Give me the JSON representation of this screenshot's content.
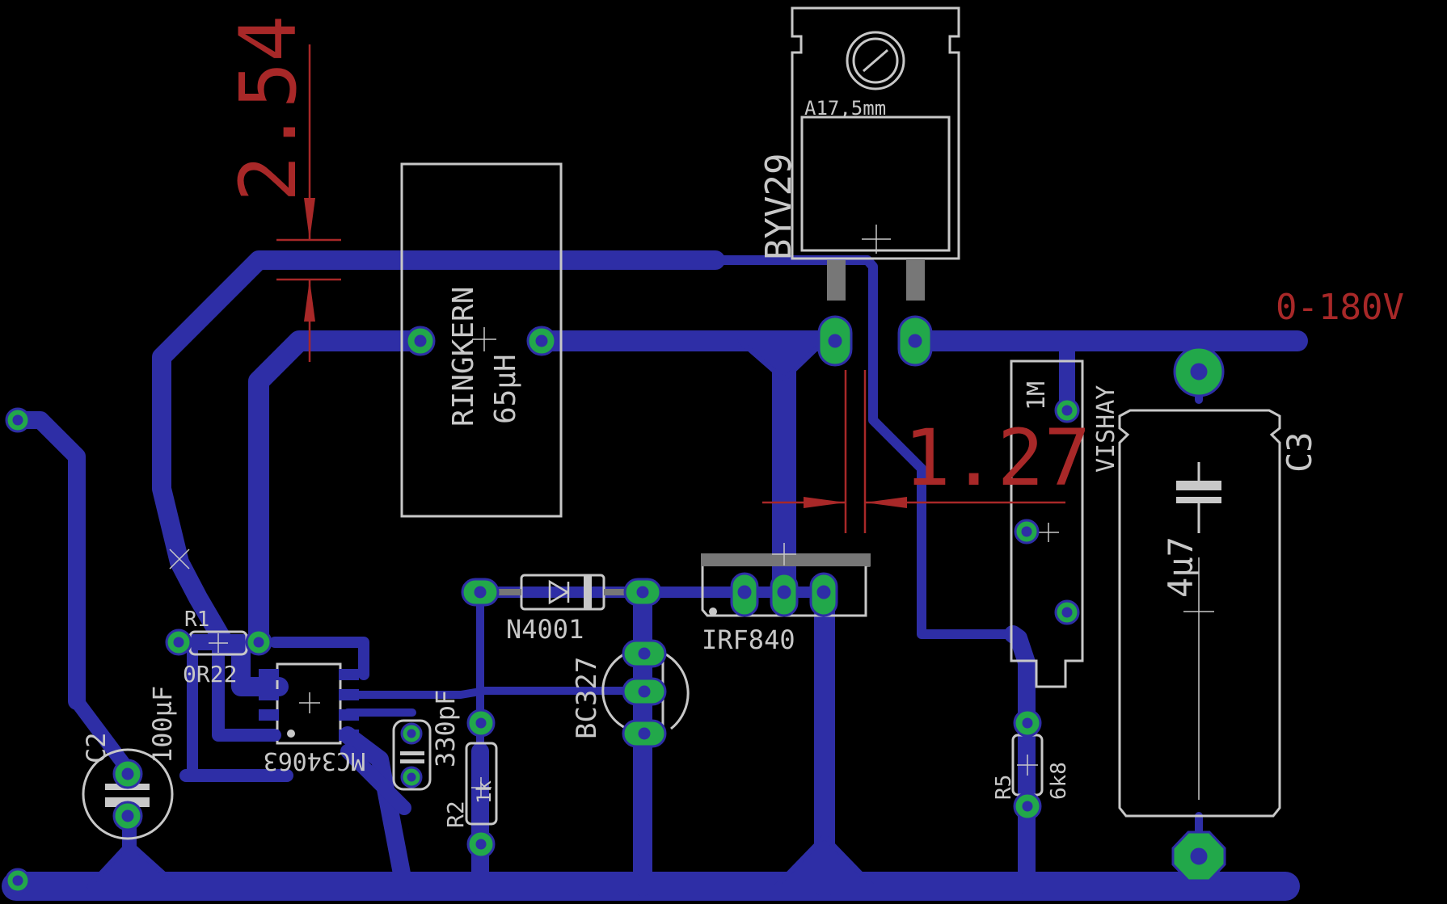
{
  "board": {
    "background": "#000000",
    "trace_color": "#2e2ea6",
    "pad_color": "#22a84a",
    "silk_color": "#c8c8c8",
    "dimension_color": "#a82828"
  },
  "components": {
    "heatsink": {
      "label": "A17,5mm"
    },
    "byv29": {
      "name": "BYV29"
    },
    "toroid": {
      "name": "RINGKERN",
      "value": "65µH"
    },
    "c3": {
      "name": "C3",
      "value": "4µ7"
    },
    "resistor_1m": {
      "value": "1M",
      "vendor": "VISHAY"
    },
    "diode": {
      "name": "N4001"
    },
    "mosfet": {
      "name": "IRF840"
    },
    "transistor": {
      "name": "BC327"
    },
    "r1": {
      "name": "R1",
      "value": "0R22"
    },
    "c2": {
      "name": "C2",
      "value": "100µF"
    },
    "ic": {
      "name": "MC34063"
    },
    "c_330": {
      "value": "330pF"
    },
    "r2": {
      "name": "R2",
      "value": "1k"
    },
    "r5": {
      "name": "R5",
      "value": "6k8"
    }
  },
  "dimensions": {
    "vertical": "2.54",
    "horizontal": "1.27"
  },
  "output_label": "0-180V"
}
